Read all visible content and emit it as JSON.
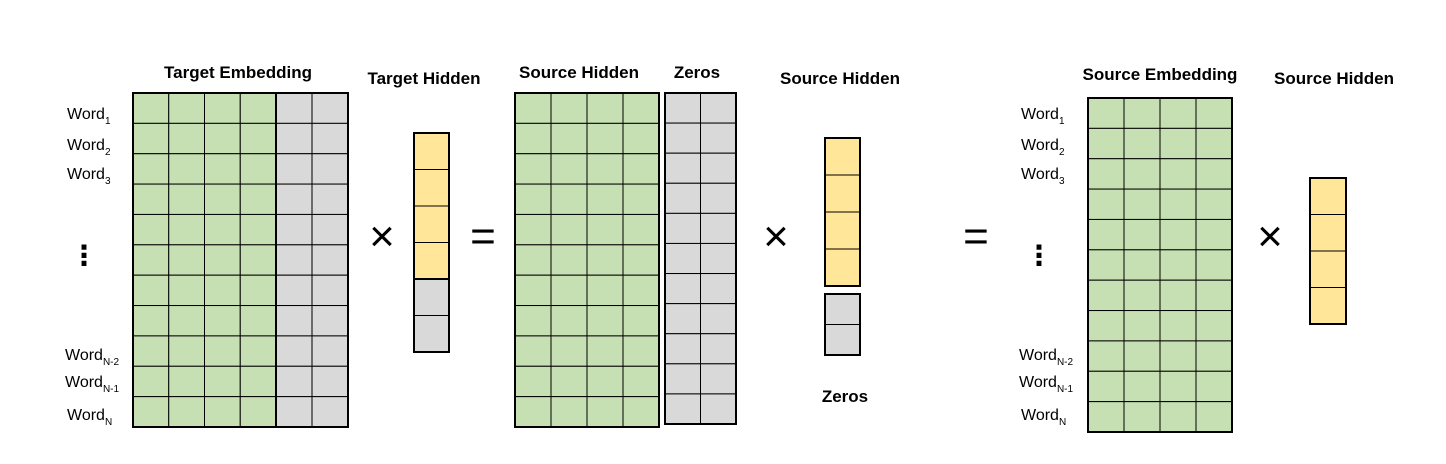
{
  "colors": {
    "embedding": "#c6e0b4",
    "hidden": "#ffe699",
    "zeros": "#d9d9d9",
    "border": "#000000"
  },
  "labels": {
    "target_embedding": "Target Embedding",
    "target_hidden": "Target Hidden",
    "source_hidden_1": "Source Hidden",
    "zeros_1": "Zeros",
    "source_hidden_2": "Source Hidden",
    "zeros_2": "Zeros",
    "source_embedding": "Source Embedding",
    "source_hidden_3": "Source Hidden"
  },
  "operators": {
    "times": "×",
    "equals": "="
  },
  "row_labels": {
    "word": "Word",
    "sub_1": "1",
    "sub_2": "2",
    "sub_3": "3",
    "sub_n2": "N-2",
    "sub_n1": "N-1",
    "sub_n": "N",
    "ellipsis": "⋮"
  }
}
